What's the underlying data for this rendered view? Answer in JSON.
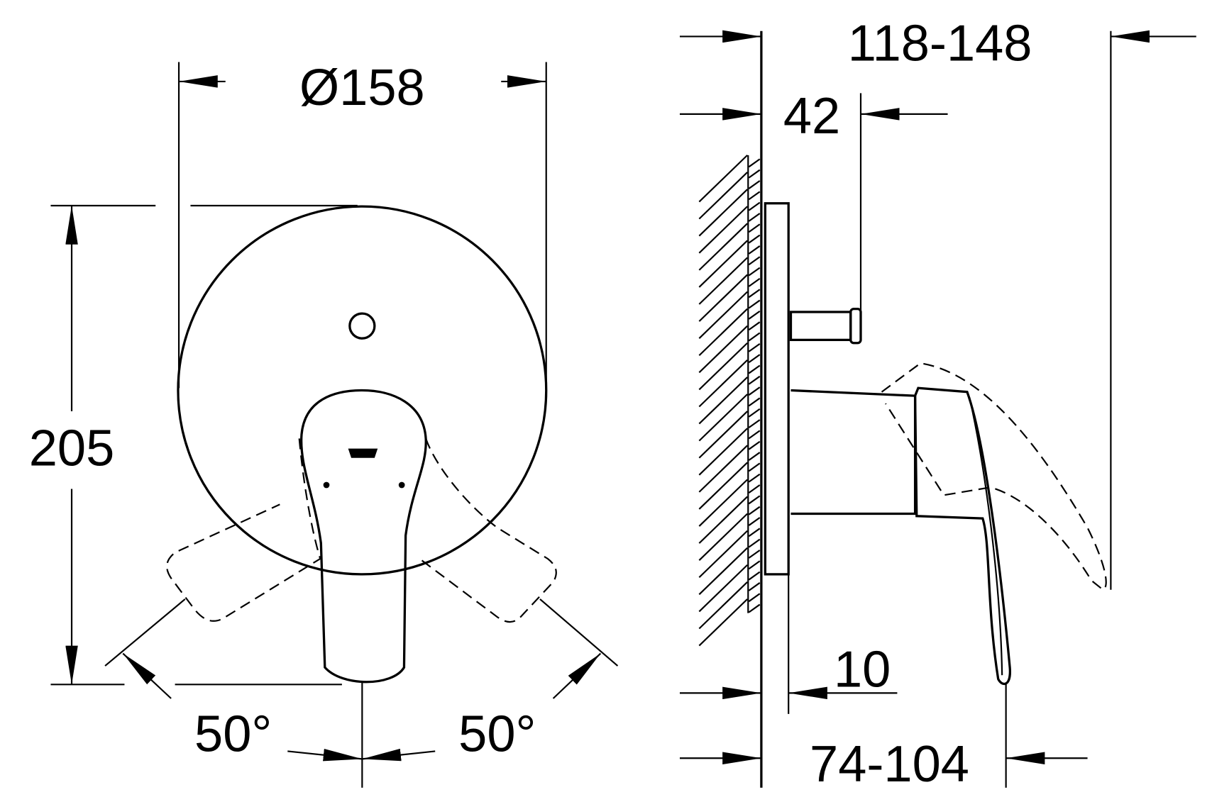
{
  "front_view": {
    "diameter_label": "Ø158",
    "height_label": "205",
    "angle_left_label": "50°",
    "angle_right_label": "50°"
  },
  "side_view": {
    "projection_label": "118-148",
    "stem_label": "42",
    "plate_label": "10",
    "lever_label": "74-104"
  }
}
